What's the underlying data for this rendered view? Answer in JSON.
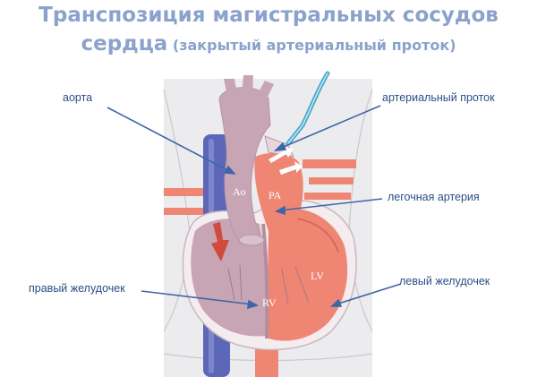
{
  "title": {
    "line1": "Транспозиция магистральных сосудов",
    "line2_main": "сердца",
    "line2_sub": "(закрытый артериальный проток)"
  },
  "labels": {
    "aorta": "аорта",
    "ductus": "артериальный проток",
    "pulmonary_artery": "легочная артерия",
    "right_ventricle": "правый желудочек",
    "left_ventricle": "левый желудочек"
  },
  "diagram_labels": {
    "ao": "Ao",
    "pa": "PA",
    "rv": "RV",
    "lv": "LV"
  },
  "colors": {
    "title": "#8aa2cc",
    "label_text": "#2a4d86",
    "pointer": "#3d66a8",
    "oxygen_poor": "#c8a5b4",
    "oxygen_rich": "#ef8674",
    "vein": "#5c67b8",
    "ductus_tube": "#4aa7c9"
  }
}
